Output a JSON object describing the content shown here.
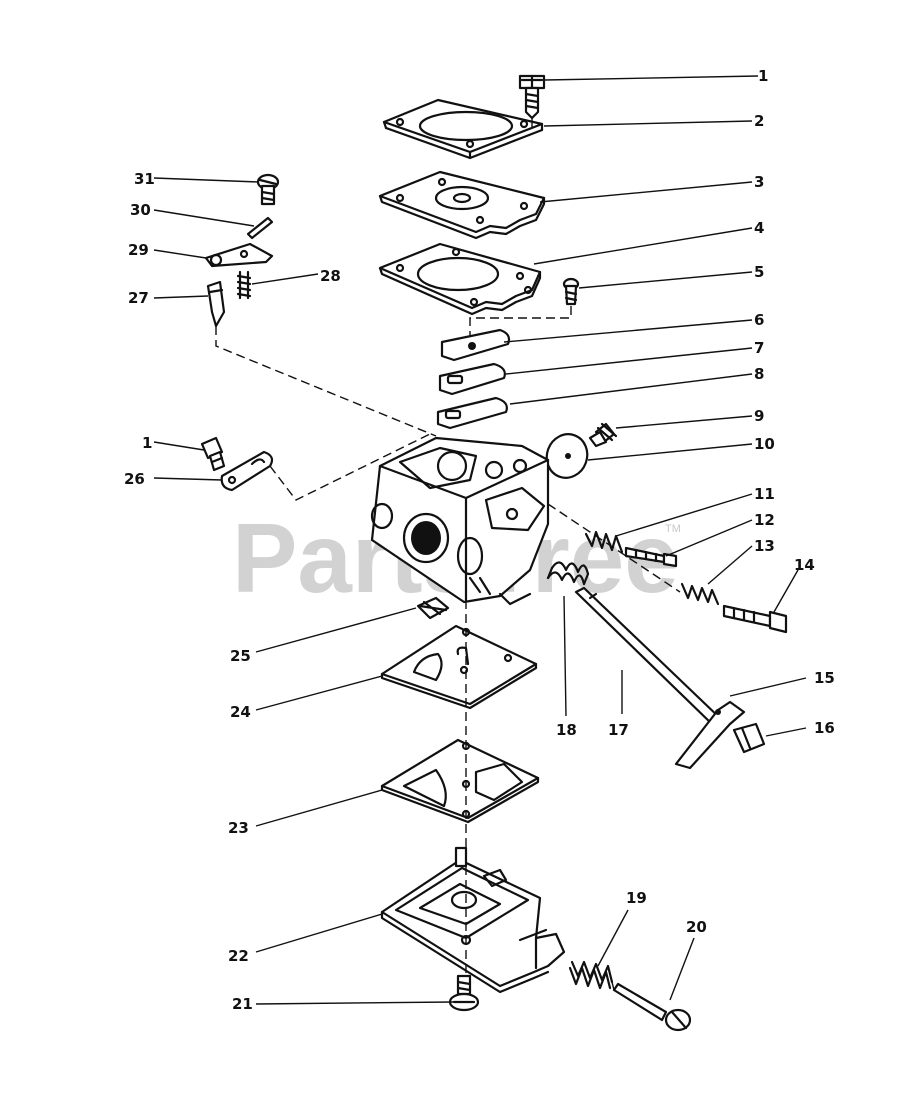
{
  "watermark": {
    "brand": "PartsTree",
    "trademark": "TM"
  },
  "callouts": [
    "1",
    "2",
    "3",
    "4",
    "5",
    "6",
    "7",
    "8",
    "9",
    "10",
    "11",
    "12",
    "13",
    "14",
    "15",
    "16",
    "17",
    "18",
    "19",
    "20",
    "21",
    "22",
    "23",
    "24",
    "25",
    "26",
    "27",
    "28",
    "29",
    "30",
    "31",
    "1"
  ]
}
